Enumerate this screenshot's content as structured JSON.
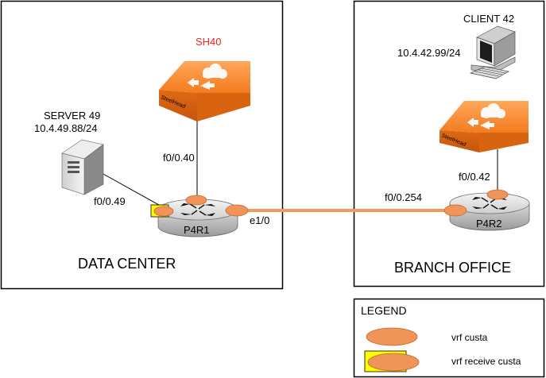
{
  "colors": {
    "vrf_dot": "#f0955a",
    "vrf_dot_stroke": "#c9652a",
    "link": "#f29a5c",
    "receive_box": "#ffff00",
    "steelhead_orange": "#f47b20",
    "sh40_label": "#e8261c"
  },
  "datacenter": {
    "title": "DATA CENTER",
    "server_name": "SERVER 49",
    "server_ip": "10.4.49.88/24",
    "steelhead_name": "SH40",
    "router_name": "P4R1",
    "if_server": "f0/0.49",
    "if_steelhead": "f0/0.40",
    "if_wan": "e1/0"
  },
  "branch": {
    "title": "BRANCH OFFICE",
    "client_name": "CLIENT 42",
    "client_ip": "10.4.42.99/24",
    "router_name": "P4R2",
    "if_steelhead": "f0/0.42",
    "if_wan": "f0/0.254"
  },
  "steelhead_brand": "SteelHead",
  "legend": {
    "title": "LEGEND",
    "vrf_label": "vrf custa",
    "receive_label": "vrf receive custa"
  },
  "icons": {
    "server": "server-tower-icon",
    "client": "desktop-computer-icon",
    "steelhead": "steelhead-appliance-icon",
    "router": "router-icon"
  }
}
